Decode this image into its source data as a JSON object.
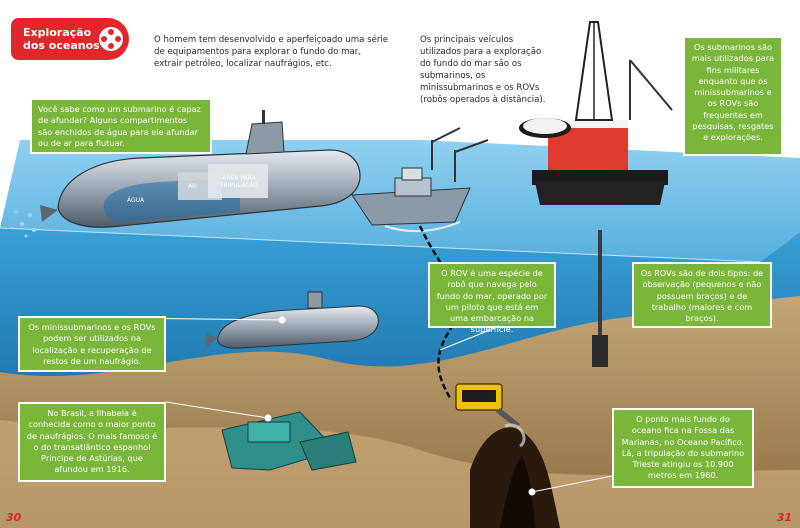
{
  "section_tag": {
    "line1": "Exploração",
    "line2": "dos oceanos"
  },
  "intro": {
    "left": "O homem tem desenvolvido e aperfeiçoado uma série de equipamentos para explorar o fundo do mar, extrair petróleo, localizar naufrágios, etc.",
    "right": "Os principais veículos utilizados para a exploração do fundo do mar são os submarinos, os minissubmarinos e os ROVs (robôs operados à distância)."
  },
  "boxes": {
    "submarine_sink": "Você sabe como um submarino é capaz de afundar? Alguns compartimentos são enchidos de água para ele afundar ou de ar para flutuar.",
    "military": "Os submarinos são mais utilizados para fins militares enquanto que os minissubmarinos e os ROVs são frequentes em pesquisas, resgates e explorações.",
    "rov": "O ROV é uma espécie de robô que navega pelo fundo do mar, operado por um piloto que está em uma embarcação na superfície.",
    "rov_types": "Os ROVs são de dois tipos: de observação (pequenos e não possuem braços) e de trabalho (maiores e com braços).",
    "minisub": "Os minissubmarinos e os ROVs podem ser utilizados na localização e recuperação de restos de um naufrágio.",
    "ilhabela": "No Brasil, a Ilhabela é conhecida como o maior ponto de naufrágios. O mais famoso é o do transatlântico espanhol Príncipe de Astúrias, que afundou em 1916.",
    "trench": "O ponto mais fundo do oceano fica na Fossa das Marianas, no Oceano Pacífico. Lá, a tripulação do submarino Trieste atingiu os 10.900 metros em 1960."
  },
  "submarine_labels": {
    "water": "ÁGUA",
    "air": "AR",
    "crew": "ÁREA PARA TRIPULAÇÃO"
  },
  "page_numbers": {
    "left": "30",
    "right": "31"
  },
  "colors": {
    "accent_red": "#e3262c",
    "green_box": "#7ab63a",
    "ocean_top": "#2a8fc8",
    "ocean_deep": "#0e5f96",
    "seabed": "#a98a5c"
  },
  "icons": [
    "film-reel-icon"
  ]
}
